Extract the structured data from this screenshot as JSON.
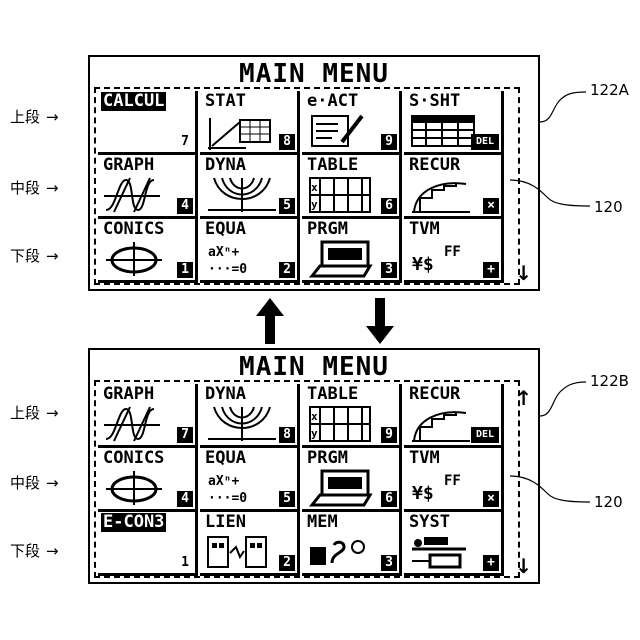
{
  "panel_a": {
    "title": "MAIN MENU",
    "ref": "122A",
    "scroll_down": "↓",
    "cells": [
      {
        "label": "CALCUL",
        "key": "7",
        "icon": "calculator-icon",
        "selected": true
      },
      {
        "label": "STAT",
        "key": "8",
        "icon": "statistics-icon",
        "selected": false
      },
      {
        "label": "e·ACT",
        "key": "9",
        "icon": "e-activity-icon",
        "selected": false
      },
      {
        "label": "S·SHT",
        "key": "DEL",
        "icon": "spreadsheet-icon",
        "selected": false
      },
      {
        "label": "GRAPH",
        "key": "4",
        "icon": "graph-icon",
        "selected": false
      },
      {
        "label": "DYNA",
        "key": "5",
        "icon": "dynamic-graph-icon",
        "selected": false
      },
      {
        "label": "TABLE",
        "key": "6",
        "icon": "table-icon",
        "selected": false
      },
      {
        "label": "RECUR",
        "key": "×",
        "icon": "recursion-icon",
        "selected": false
      },
      {
        "label": "CONICS",
        "key": "1",
        "icon": "conics-icon",
        "selected": false
      },
      {
        "label": "EQUA",
        "key": "2",
        "icon": "equation-icon",
        "selected": false
      },
      {
        "label": "PRGM",
        "key": "3",
        "icon": "program-icon",
        "selected": false
      },
      {
        "label": "TVM",
        "key": "+",
        "icon": "finance-icon",
        "selected": false
      }
    ]
  },
  "panel_b": {
    "title": "MAIN MENU",
    "ref": "122B",
    "scroll_up": "↑",
    "scroll_down": "↓",
    "cells": [
      {
        "label": "GRAPH",
        "key": "7",
        "icon": "graph-icon",
        "selected": false
      },
      {
        "label": "DYNA",
        "key": "8",
        "icon": "dynamic-graph-icon",
        "selected": false
      },
      {
        "label": "TABLE",
        "key": "9",
        "icon": "table-icon",
        "selected": false
      },
      {
        "label": "RECUR",
        "key": "DEL",
        "icon": "recursion-icon",
        "selected": false
      },
      {
        "label": "CONICS",
        "key": "4",
        "icon": "conics-icon",
        "selected": false
      },
      {
        "label": "EQUA",
        "key": "5",
        "icon": "equation-icon",
        "selected": false
      },
      {
        "label": "PRGM",
        "key": "6",
        "icon": "program-icon",
        "selected": false
      },
      {
        "label": "TVM",
        "key": "×",
        "icon": "finance-icon",
        "selected": false
      },
      {
        "label": "E-CON3",
        "key": "1",
        "icon": "econ-icon",
        "selected": true
      },
      {
        "label": "LIEN",
        "key": "2",
        "icon": "link-icon",
        "selected": false
      },
      {
        "label": "MEM",
        "key": "3",
        "icon": "memory-icon",
        "selected": false
      },
      {
        "label": "SYST",
        "key": "+",
        "icon": "system-icon",
        "selected": false
      }
    ]
  },
  "row_labels": [
    "上段",
    "中段",
    "下段"
  ],
  "row_arrow": "→",
  "screen_ref": "120"
}
